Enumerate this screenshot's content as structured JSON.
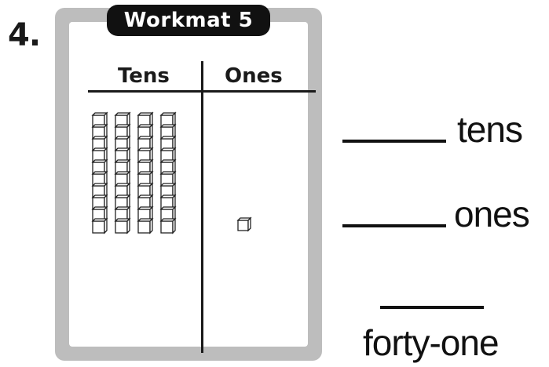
{
  "problem": {
    "number": "4."
  },
  "workmat": {
    "title": "Workmat 5",
    "columns": {
      "tens": "Tens",
      "ones": "Ones"
    },
    "tens_rods": 4,
    "units_per_rod": 10,
    "ones_cubes": 1
  },
  "answers": {
    "tens_label": "tens",
    "ones_label": "ones",
    "word_name": "forty-one"
  },
  "colors": {
    "frame": "#bdbdbd",
    "title_bg": "#111111",
    "ink": "#111111"
  }
}
